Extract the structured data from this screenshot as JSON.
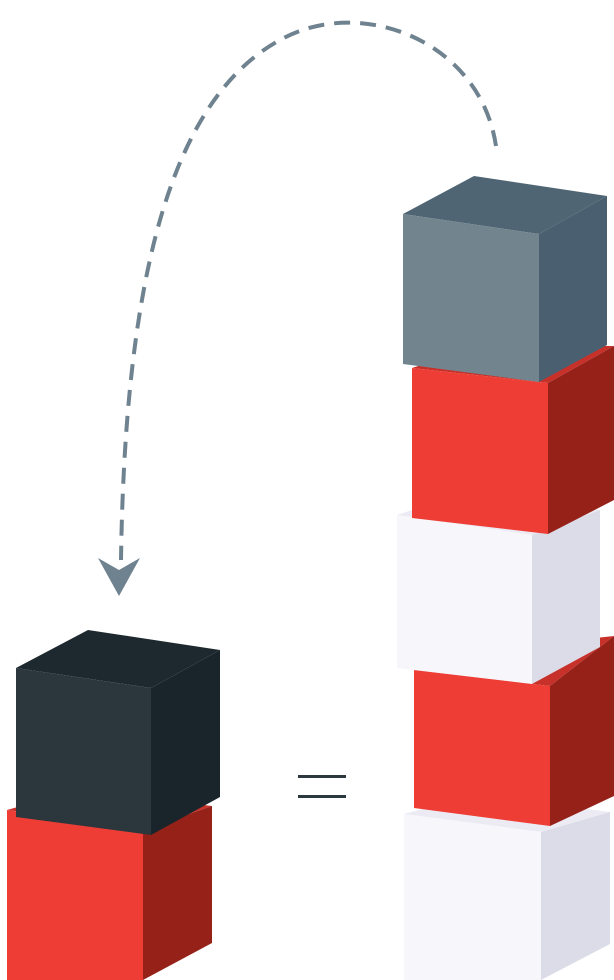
{
  "colors": {
    "background": "#ffffff",
    "arrow": "#6f828f",
    "equals": "#2b383e",
    "red_front": "#ee3d35",
    "red_side": "#962119",
    "red_top": "#c8312a",
    "white_front": "#f7f6fb",
    "white_side": "#dcdce8",
    "white_top": "#ecebf4",
    "slate_front": "#72858f",
    "slate_side": "#4a6070",
    "slate_top": "#4f6574",
    "charcoal_front": "#2b373d",
    "charcoal_side": "#19252a",
    "charcoal_top": "#1d292e"
  },
  "left_stack": {
    "blocks": [
      "red",
      "charcoal"
    ]
  },
  "right_stack": {
    "blocks": [
      "white",
      "red",
      "white",
      "red",
      "slate"
    ]
  },
  "relation": "equals",
  "arrow": {
    "style": "dashed",
    "from": "top-of-right-stack",
    "to": "top-of-left-stack"
  }
}
